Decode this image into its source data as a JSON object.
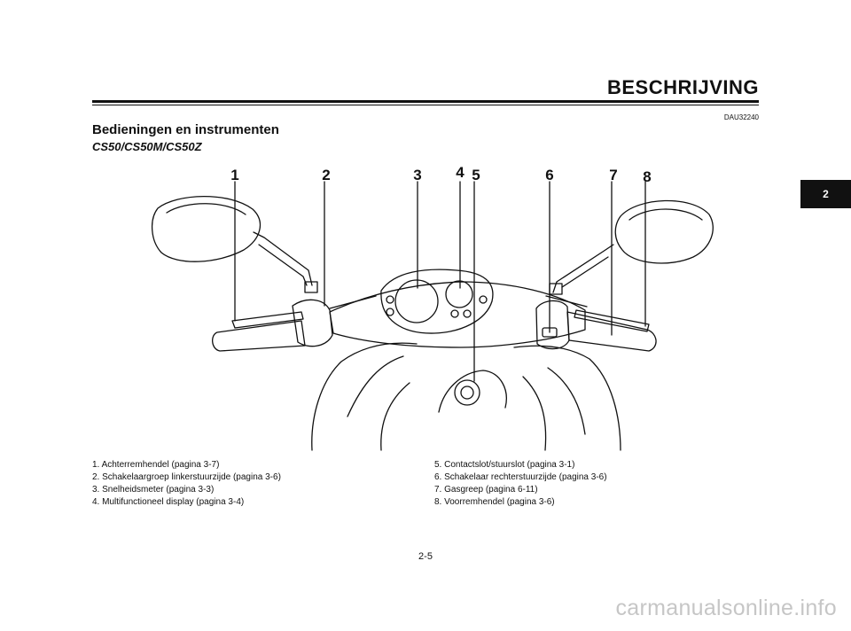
{
  "header": {
    "section_title": "BESCHRIJVING",
    "doc_code": "DAU32240"
  },
  "heading": "Bedieningen en instrumenten",
  "subheading": "CS50/CS50M/CS50Z",
  "chapter_tab": "2",
  "callouts": [
    "1",
    "2",
    "3",
    "4",
    "5",
    "6",
    "7",
    "8"
  ],
  "legend": {
    "left": [
      "1. Achterremhendel (pagina 3-7)",
      "2. Schakelaargroep linkerstuurzijde (pagina 3-6)",
      "3. Snelheidsmeter (pagina 3-3)",
      "4. Multifunctioneel display (pagina 3-4)"
    ],
    "right": [
      "5. Contactslot/stuurslot (pagina 3-1)",
      "6. Schakelaar rechterstuurzijde (pagina 3-6)",
      "7. Gasgreep (pagina 6-11)",
      "8. Voorremhendel (pagina 3-6)"
    ]
  },
  "page_number": "2-5",
  "watermark": "carmanualsonline.info"
}
